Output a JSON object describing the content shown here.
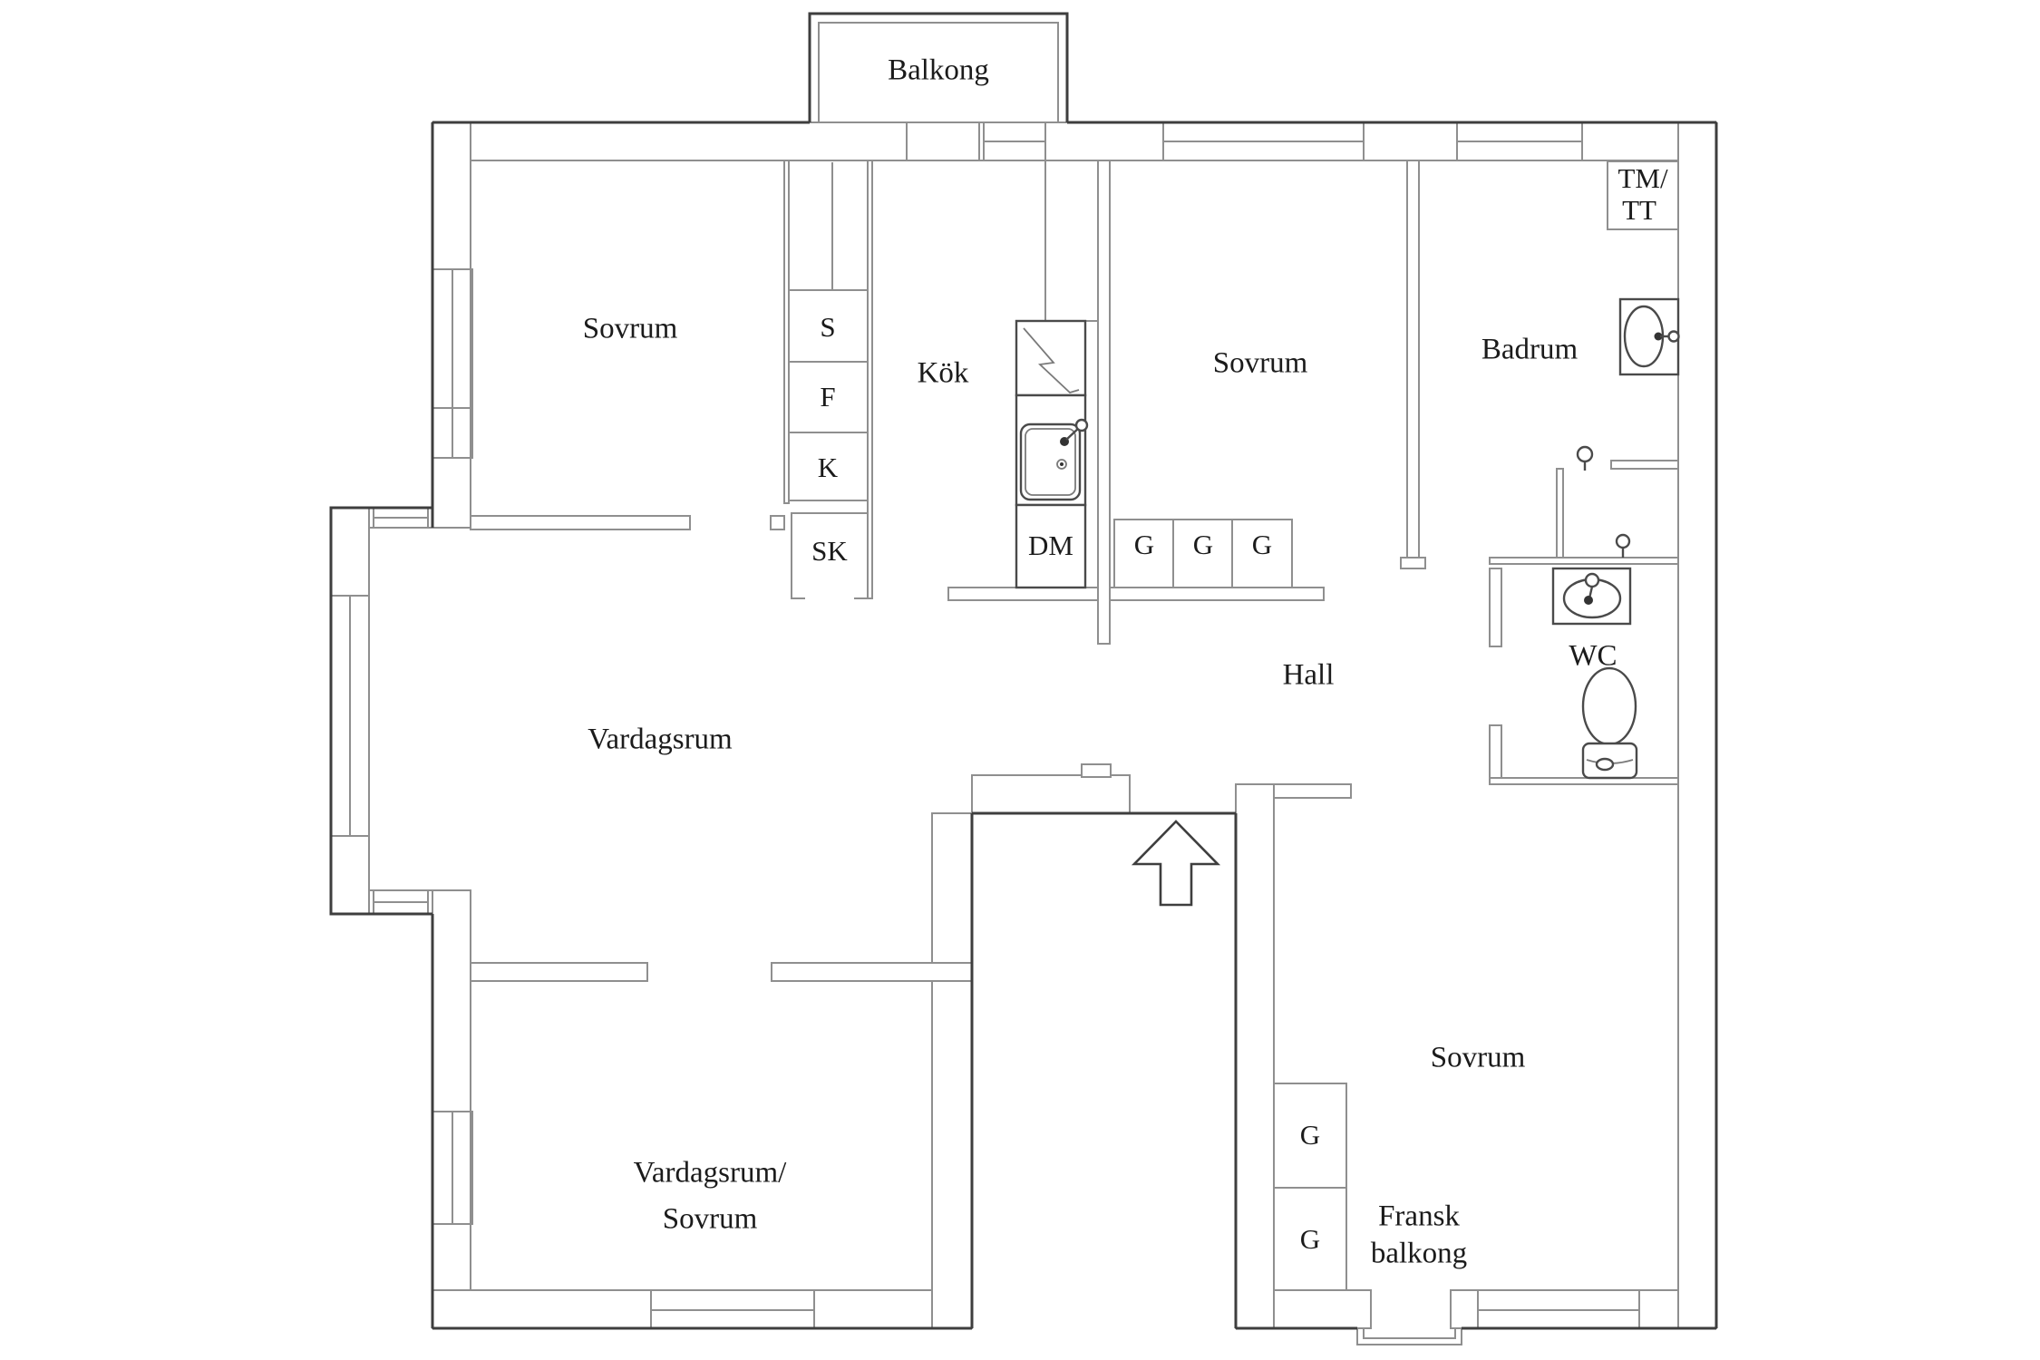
{
  "colors": {
    "wall_line": "#8f8f8f",
    "outline_dark": "#3e3e3e",
    "text": "#1b1b1b",
    "background": "#ffffff"
  },
  "labels": {
    "balcony": "Balkong",
    "bedroom_top_left": "Sovrum",
    "closet_s": "S",
    "closet_f": "F",
    "closet_k": "K",
    "closet_sk": "SK",
    "kitchen": "Kök",
    "dishwasher": "DM",
    "wardrobe_1": "G",
    "wardrobe_2": "G",
    "wardrobe_3": "G",
    "bedroom_top_middle": "Sovrum",
    "bathroom": "Badrum",
    "washer_line1": "TM/",
    "washer_line2": "TT",
    "hall": "Hall",
    "living_room": "Vardagsrum",
    "wc": "WC",
    "living_bedroom_line1": "Vardagsrum/",
    "living_bedroom_line2": "Sovrum",
    "bedroom_bottom_right": "Sovrum",
    "wardrobe_4": "G",
    "wardrobe_5": "G",
    "french_balcony_line1": "Fransk",
    "french_balcony_line2": "balkong"
  }
}
